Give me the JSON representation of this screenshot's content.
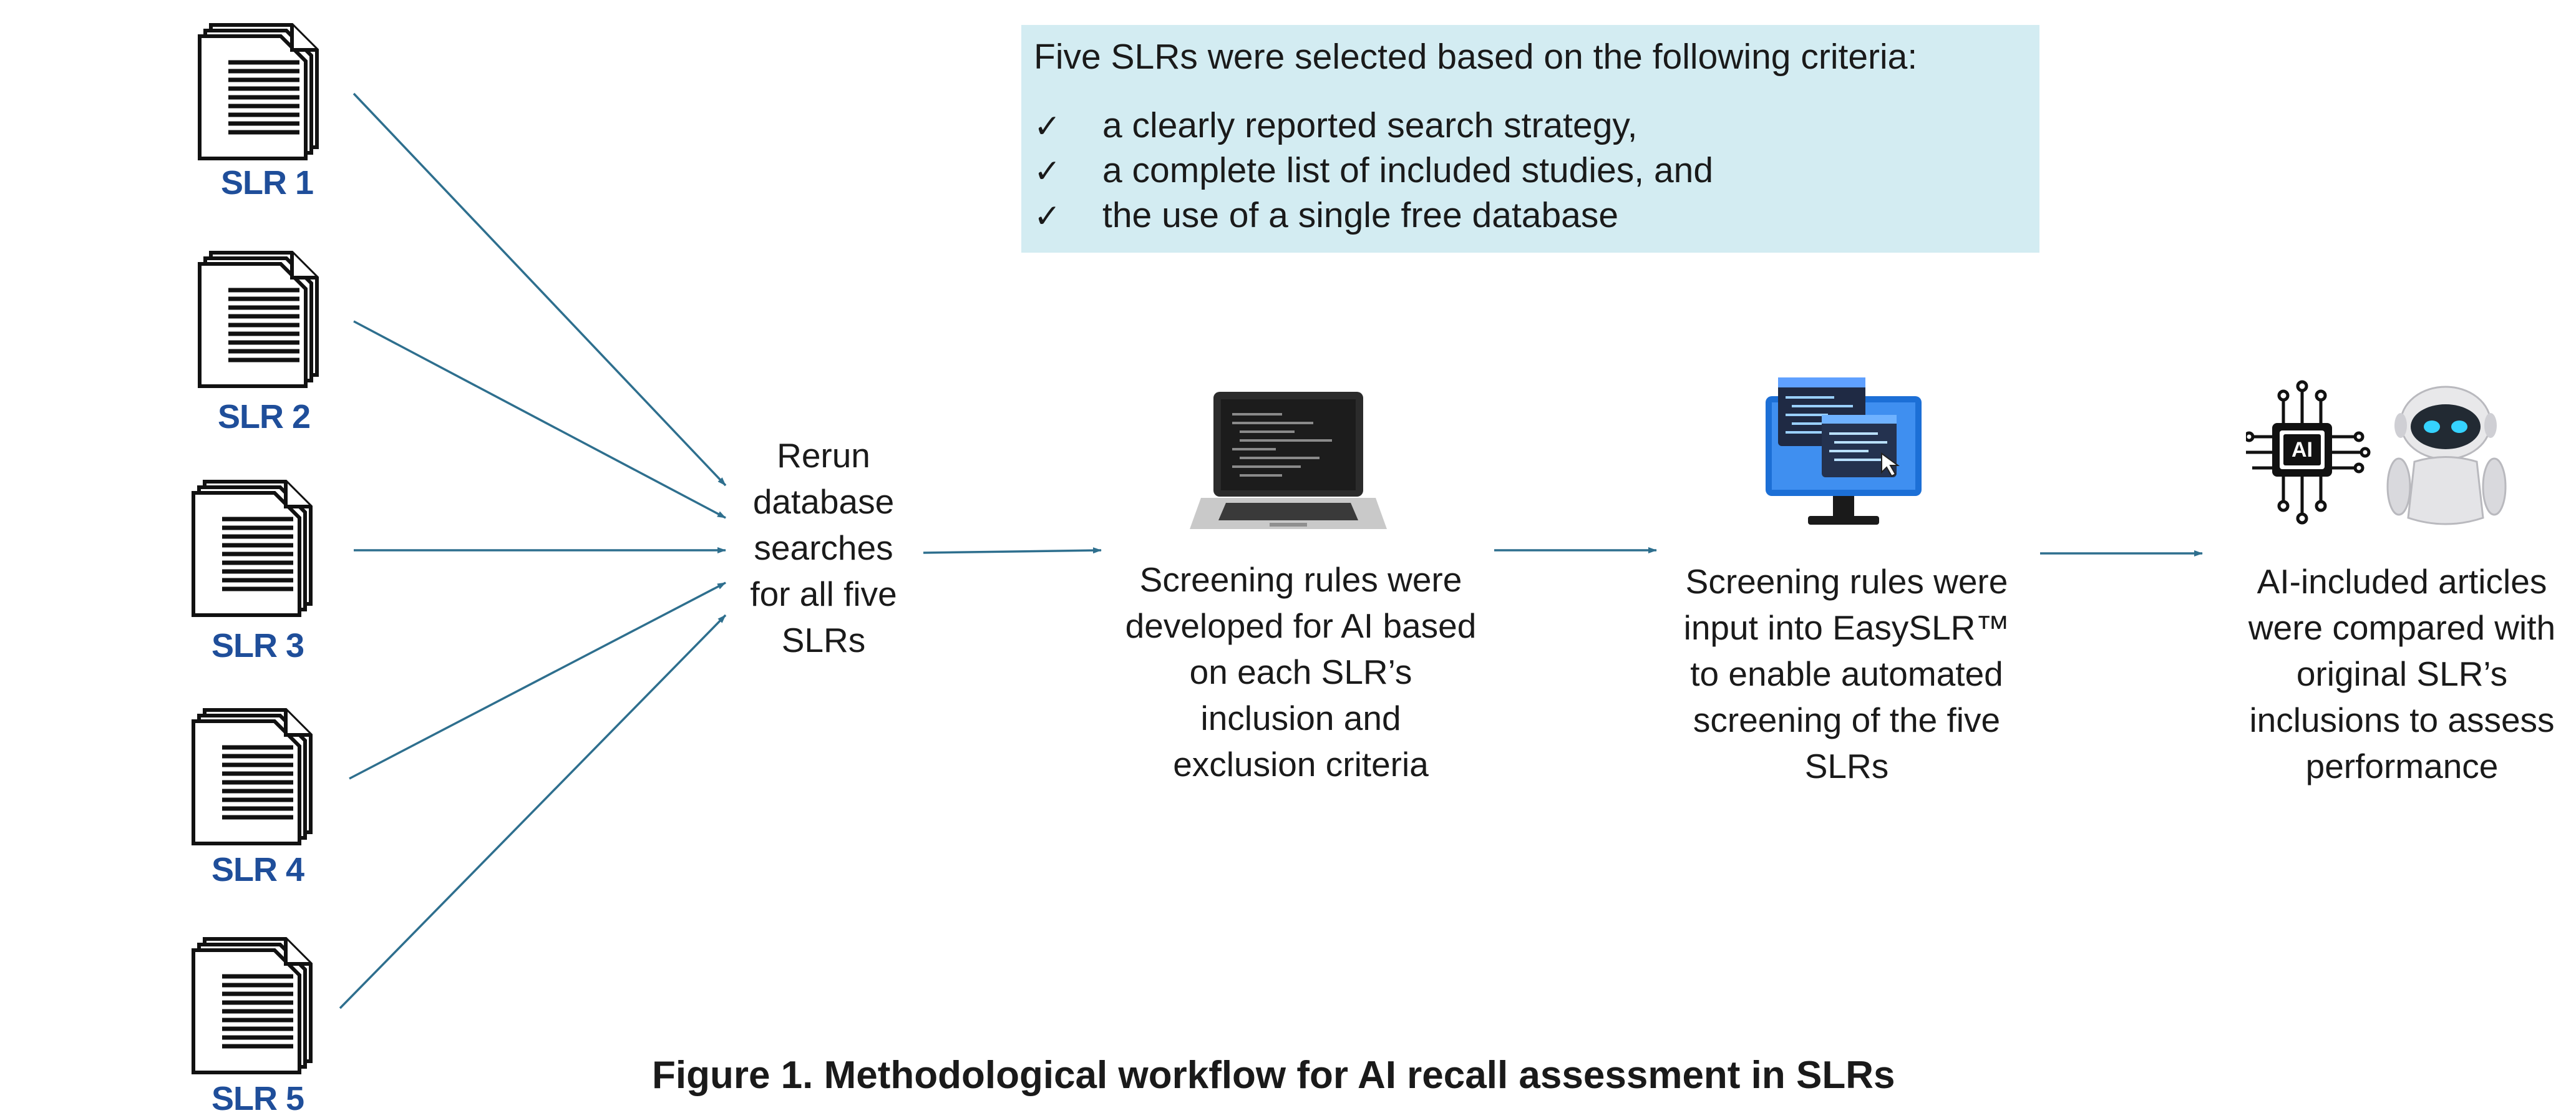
{
  "documents": [
    {
      "label": "SLR 1"
    },
    {
      "label": "SLR 2"
    },
    {
      "label": "SLR 3"
    },
    {
      "label": "SLR 4"
    },
    {
      "label": "SLR 5"
    }
  ],
  "criteria": {
    "title": "Five SLRs were selected based on the following criteria:",
    "check_glyph": "✓",
    "items": [
      "a clearly reported search strategy,",
      "a complete list of included studies, and",
      "the use of a single free database"
    ]
  },
  "steps": {
    "rerun": [
      "Rerun",
      "database",
      "searches",
      "for all five",
      "SLRs"
    ],
    "rules": [
      "Screening rules were",
      "developed for AI based",
      "on each SLR’s",
      "inclusion and",
      "exclusion criteria"
    ],
    "easyslr": [
      "Screening rules were",
      "input into EasySLR™",
      "to enable automated",
      "screening of the five",
      "SLRs"
    ],
    "compare": [
      "AI-included articles",
      "were compared with",
      "original SLR’s",
      "inclusions to assess",
      "performance"
    ]
  },
  "ai_chip_text": "AI",
  "caption": "Figure 1. Methodological workflow for AI recall assessment in SLRs",
  "colors": {
    "arrow": "#2e6f8e",
    "label_blue": "#1f4e9a",
    "box_bg": "#d3ecf2"
  }
}
